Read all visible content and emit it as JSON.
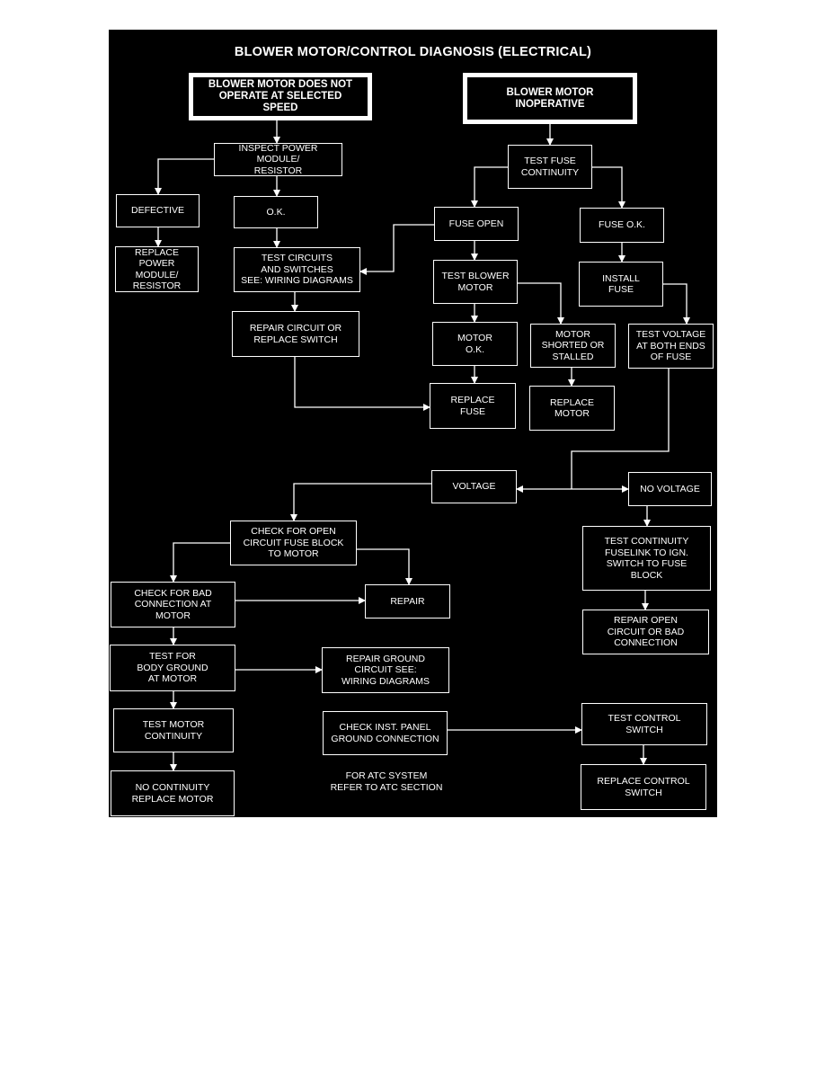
{
  "title": "BLOWER MOTOR/CONTROL DIAGNOSIS (ELECTRICAL)",
  "nodes": {
    "does_not_operate": "BLOWER MOTOR DOES NOT\nOPERATE AT SELECTED\nSPEED",
    "inoperative": "BLOWER MOTOR\nINOPERATIVE",
    "inspect_module": "INSPECT POWER MODULE/\nRESISTOR",
    "test_fuse": "TEST FUSE\nCONTINUITY",
    "defective": "DEFECTIVE",
    "ok": "O.K.",
    "fuse_open": "FUSE OPEN",
    "fuse_ok": "FUSE O.K.",
    "replace_module": "REPLACE\nPOWER MODULE/\nRESISTOR",
    "test_circuits": "TEST CIRCUITS\nAND SWITCHES\nSEE: WIRING DIAGRAMS",
    "test_blower": "TEST BLOWER\nMOTOR",
    "install_fuse": "INSTALL\nFUSE",
    "repair_circuit": "REPAIR CIRCUIT OR\nREPLACE SWITCH",
    "motor_ok": "MOTOR\nO.K.",
    "motor_shorted": "MOTOR\nSHORTED OR\nSTALLED",
    "test_voltage": "TEST VOLTAGE\nAT BOTH ENDS\nOF FUSE",
    "replace_fuse": "REPLACE\nFUSE",
    "replace_motor": "REPLACE\nMOTOR",
    "voltage": "VOLTAGE",
    "no_voltage": "NO VOLTAGE",
    "check_open": "CHECK FOR OPEN\nCIRCUIT FUSE BLOCK\nTO MOTOR",
    "test_continuity_link": "TEST CONTINUITY\nFUSELINK TO IGN.\nSWITCH TO FUSE\nBLOCK",
    "check_bad_conn": "CHECK FOR BAD\nCONNECTION AT\nMOTOR",
    "repair": "REPAIR",
    "repair_open": "REPAIR OPEN\nCIRCUIT OR BAD\nCONNECTION",
    "test_body_ground": "TEST FOR\nBODY GROUND\nAT MOTOR",
    "repair_ground": "REPAIR GROUND\nCIRCUIT SEE:\nWIRING DIAGRAMS",
    "test_motor_cont": "TEST MOTOR\nCONTINUITY",
    "check_panel_ground": "CHECK INST. PANEL\nGROUND CONNECTION",
    "test_control_switch": "TEST CONTROL\nSWITCH",
    "no_continuity": "NO CONTINUITY\nREPLACE MOTOR",
    "replace_control_switch": "REPLACE CONTROL\nSWITCH"
  },
  "note": "FOR ATC SYSTEM\nREFER TO ATC SECTION"
}
